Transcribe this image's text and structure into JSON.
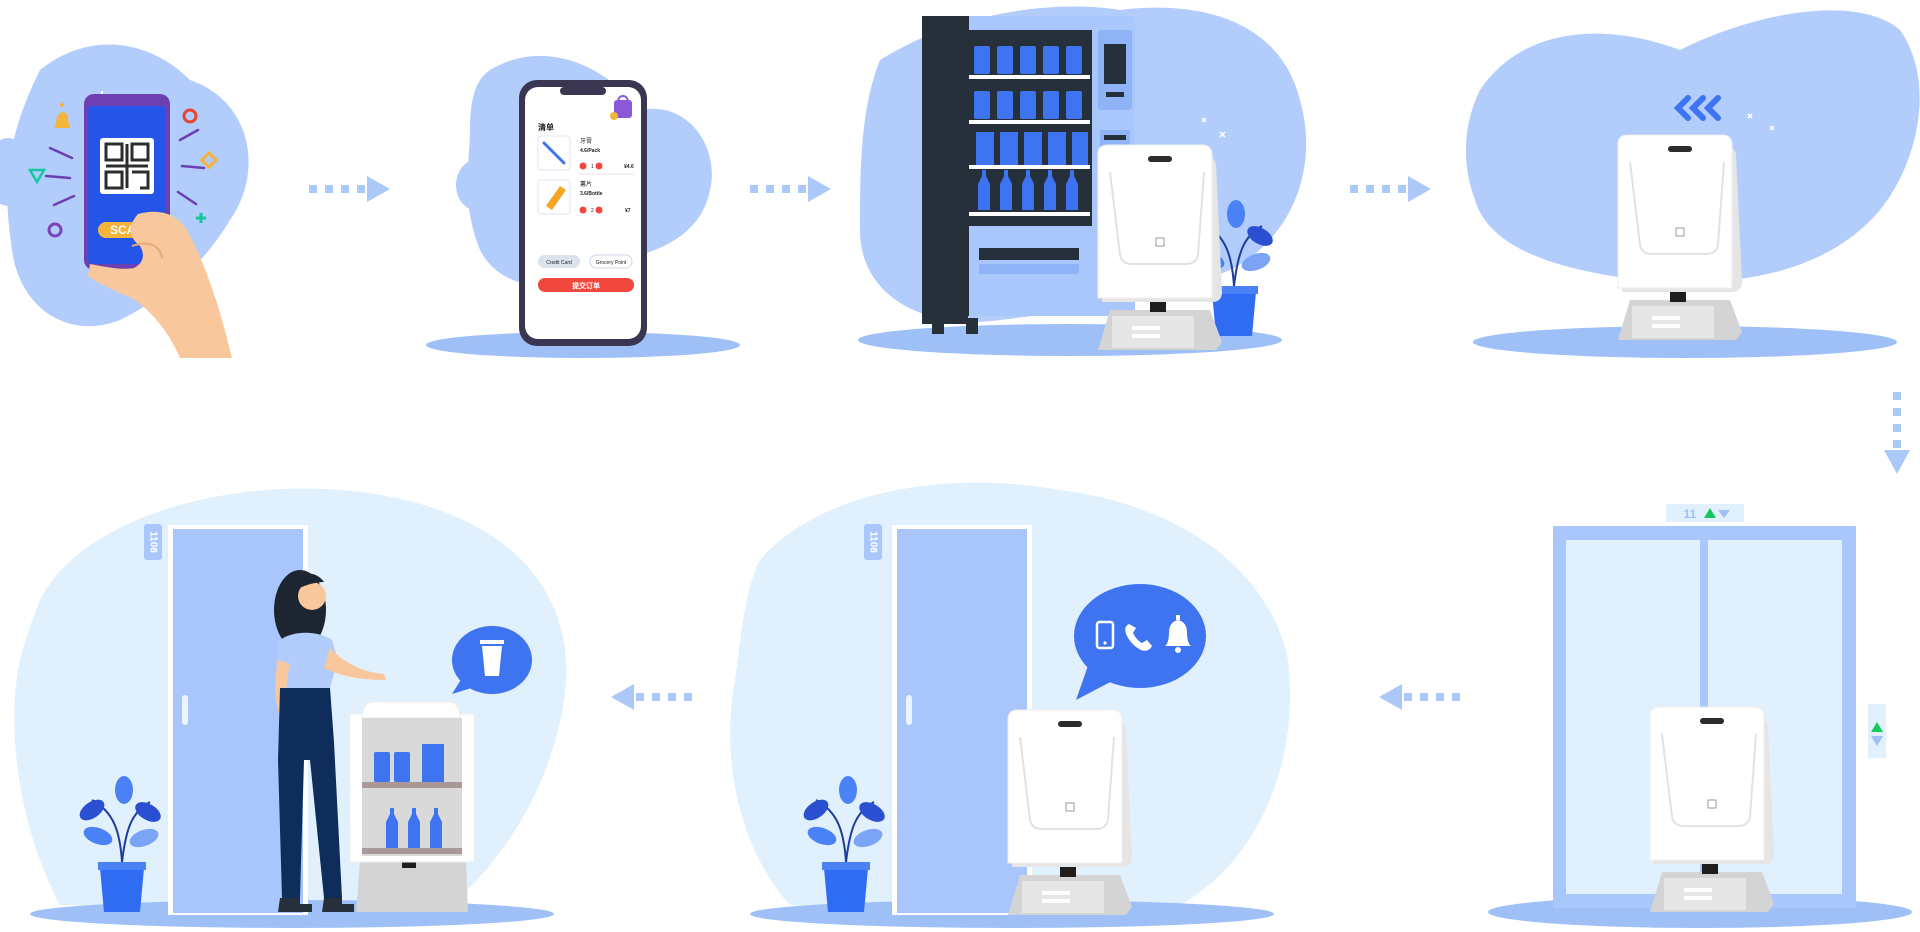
{
  "colors": {
    "blob_blue": "#b2cdfc",
    "blob_pale": "#e1f0fd",
    "ellipse_blue": "#9ec0f7",
    "accent_blue": "#3f74f0",
    "bright_blue": "#1e6ff1",
    "dark": "#26303a",
    "robot_white": "#ffffff",
    "robot_gray": "#d7d7d7",
    "red_button": "#f1473c",
    "orange": "#f5b43a",
    "purple": "#7a44b8",
    "green": "#14c95a",
    "arrow": "#abc8f8"
  },
  "steps": {
    "scan": {
      "label": "SCAN"
    },
    "phone": {
      "heading": "清单",
      "items": [
        {
          "name": "牙膏",
          "unit": "4.6/Pack",
          "qty": "1",
          "price": "¥4.6",
          "icon": "toothbrush-icon"
        },
        {
          "name": "薯片",
          "unit": "3.6/Bottle",
          "qty": "2",
          "price": "¥7",
          "icon": "snack-icon"
        }
      ],
      "payments": [
        "Credit Card",
        "Grocery Point"
      ],
      "submit": "提交订单"
    },
    "elevator": {
      "floor": "11"
    },
    "corridor": {
      "room_number": "1108"
    },
    "delivery": {
      "room_number": "1108"
    }
  },
  "icons": {
    "notify": [
      "mobile-phone-icon",
      "phone-call-icon",
      "bell-icon"
    ],
    "drink": "cup-icon",
    "bag": "shopping-bag-icon",
    "back_arrow": "triple-chevron-left-icon"
  }
}
